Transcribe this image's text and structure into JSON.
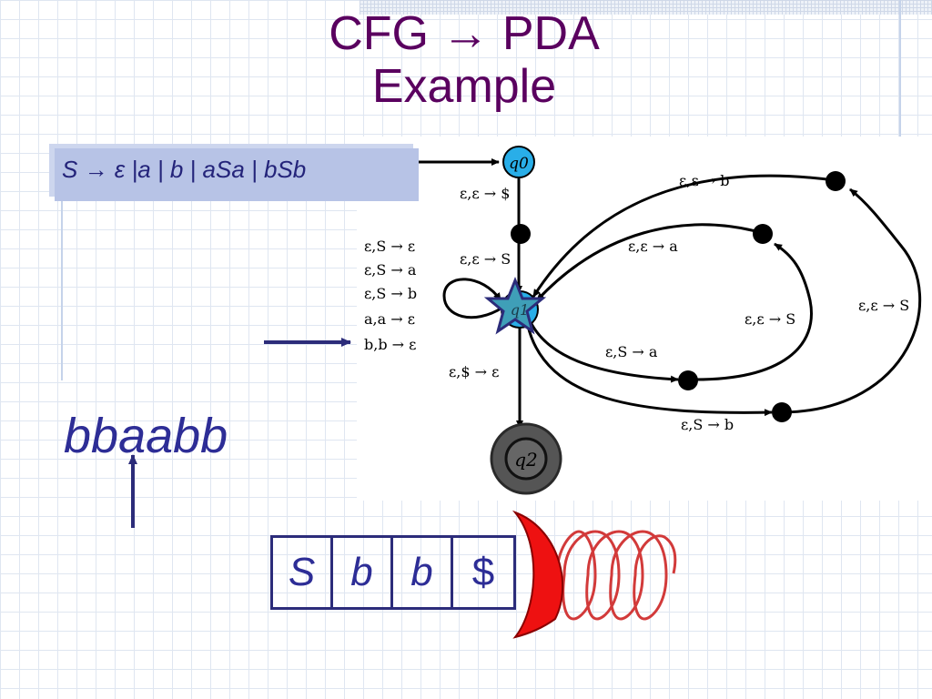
{
  "slide": {
    "title_line1": "CFG → PDA",
    "title_line2": "Example",
    "grammar": "S → ε |a | b | aSa | bSb",
    "input_word": "bbaabb",
    "stack": [
      "S",
      "b",
      "b",
      "$"
    ]
  },
  "pda": {
    "states": {
      "q0": "q0",
      "q1": "q1",
      "q2": "q2"
    },
    "transitions": {
      "push_dollar": "ε,ε → $",
      "push_S": "ε,ε → S",
      "loop": [
        "ε,S → ε",
        "ε,S → a",
        "ε,S → b",
        "a,a → ε",
        "b,b → ε"
      ],
      "pop_dollar": "ε,$ → ε",
      "asa_push_a": "ε,S → a",
      "asa_push_S": "ε,ε → S",
      "asa_push_a2": "ε,ε → a",
      "bsb_push_b": "ε,S → b",
      "bsb_push_S": "ε,ε → S",
      "bsb_push_b2": "ε,ε → b"
    }
  },
  "colors": {
    "title": "#5a005f",
    "accent_text": "#2d2d96",
    "grammar_box": "#b7c3e6",
    "state_fill": "#29aee8",
    "accept_state": "#555555",
    "spring": "#d23a3a",
    "star": "#3f9fb8"
  }
}
